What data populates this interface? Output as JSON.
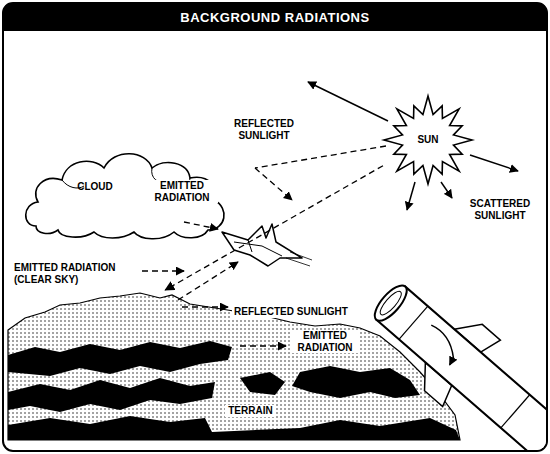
{
  "diagram": {
    "title": "BACKGROUND RADIATIONS",
    "nodes": [
      {
        "text": [
          "SUN"
        ]
      },
      {
        "text": [
          "CLOUD"
        ]
      },
      {
        "text": [
          "TERRAIN"
        ]
      }
    ],
    "edges": [
      {
        "from": 0,
        "to": 2,
        "arrow": "to"
      }
    ],
    "labels": [
      "REFLECTED SUNLIGHT",
      "EMITTED RADIATION",
      "SCATTERED SUNLIGHT",
      "EMITTED RADIATION (CLEAR SKY)",
      "REFLECTED SUNLIGHT",
      "EMITTED RADIATION"
    ]
  }
}
